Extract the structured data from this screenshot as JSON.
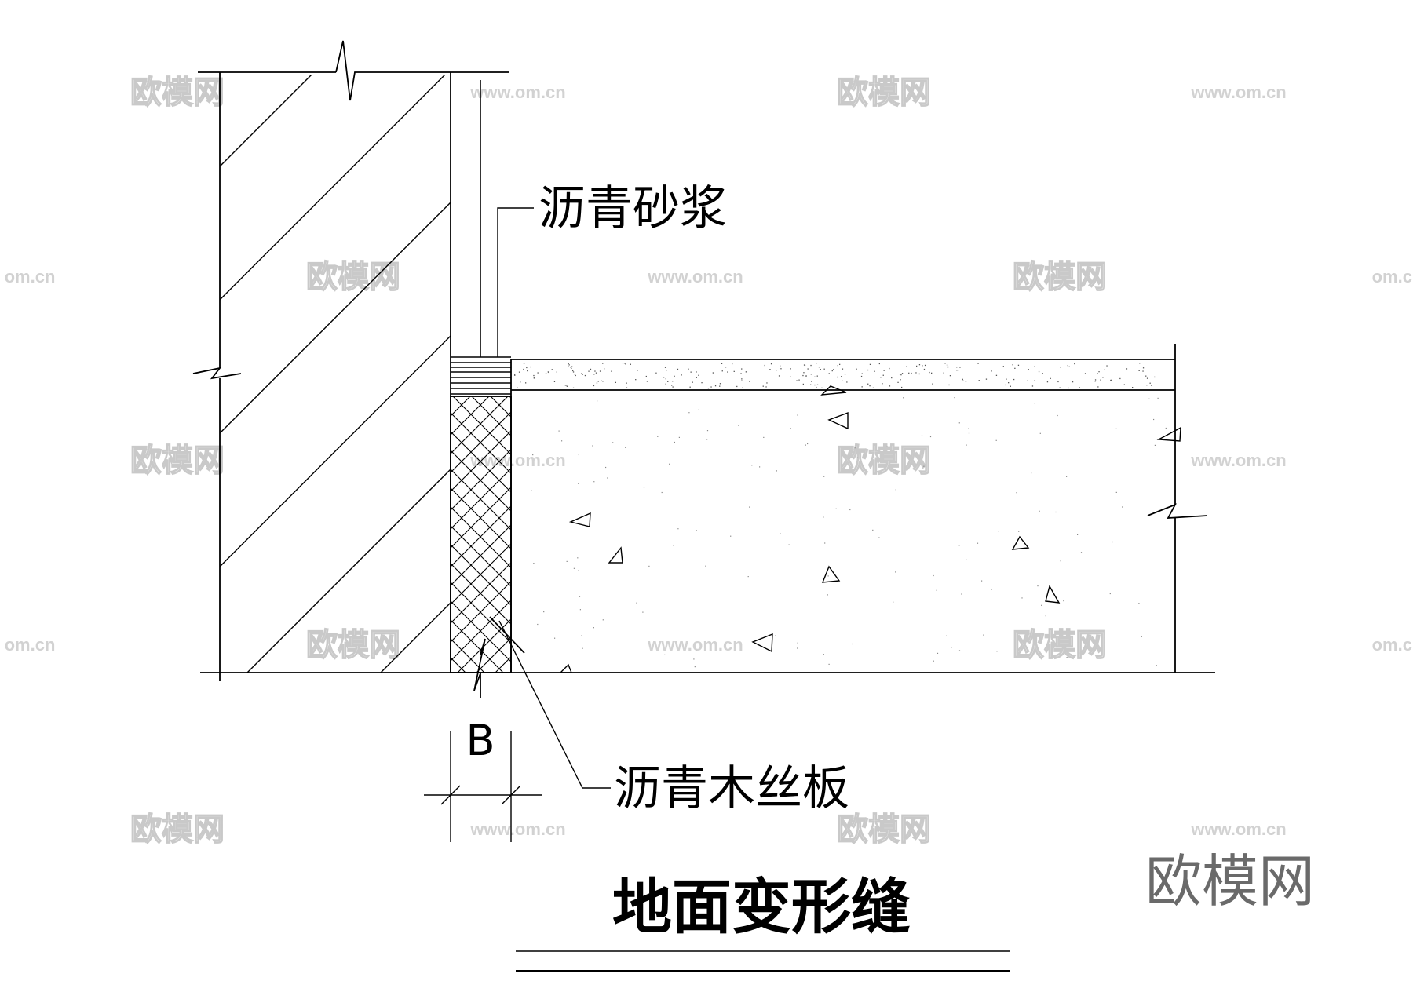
{
  "drawing": {
    "title": "地面变形缝",
    "labels": {
      "mortar": "沥青砂浆",
      "board": "沥青木丝板",
      "gap_dimension": "B"
    }
  },
  "watermark": {
    "logo_text": "欧模网",
    "url_text": "www.om.cn",
    "url_text_cut": "om.cn"
  },
  "colors": {
    "line": "#000000",
    "watermark": "#c9c9c9",
    "logo": "#6a6a6a"
  }
}
